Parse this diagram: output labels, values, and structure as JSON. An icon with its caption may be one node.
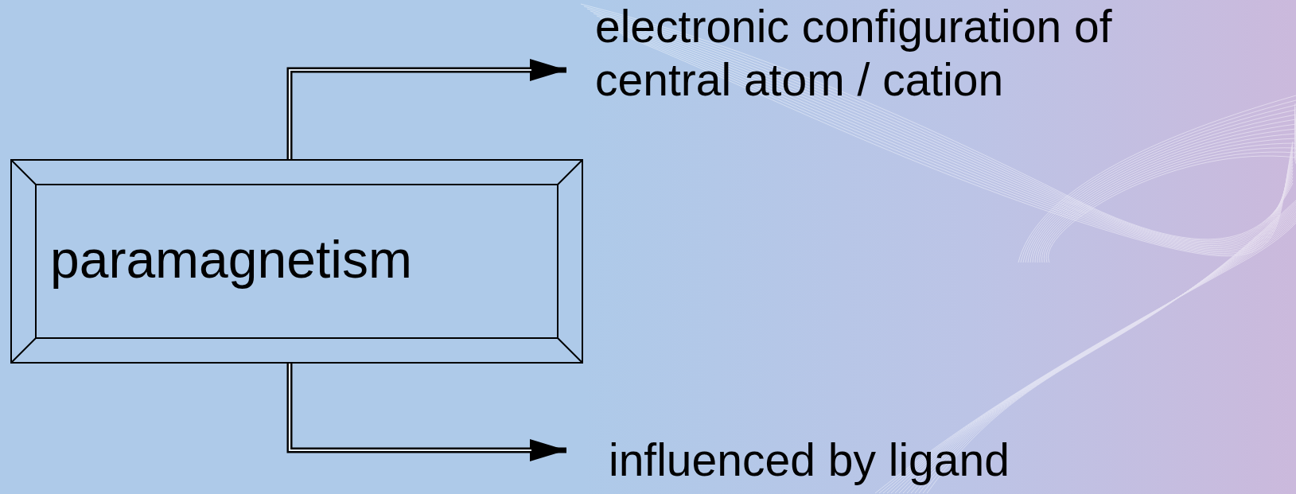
{
  "diagram": {
    "nodes": [
      {
        "text": [
          "paramagnetism"
        ]
      },
      {
        "text": [
          "electronic configuration of central atom / cation"
        ]
      },
      {
        "text": [
          "influenced by ligand"
        ]
      }
    ],
    "edges": [
      {
        "from": 0,
        "to": 1,
        "arrow": "to"
      },
      {
        "from": 0,
        "to": 2,
        "arrow": "to"
      }
    ]
  }
}
